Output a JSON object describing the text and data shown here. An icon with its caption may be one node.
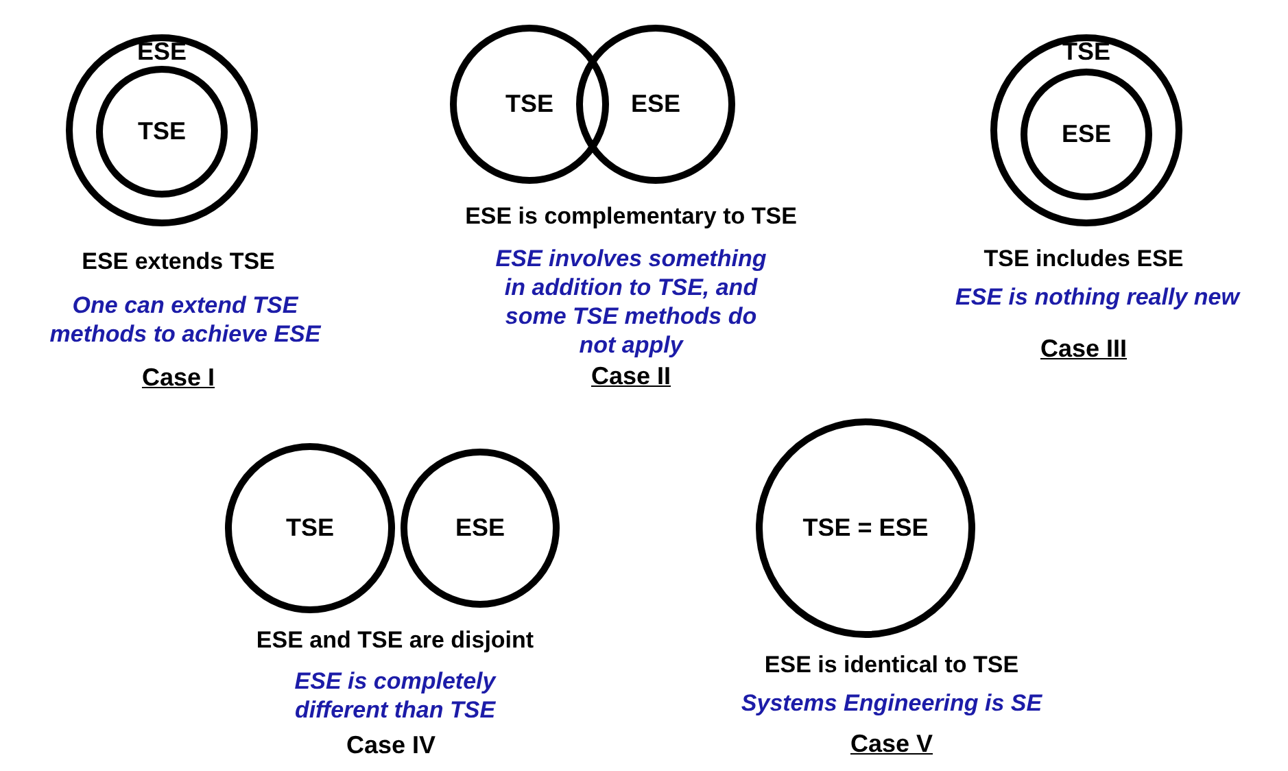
{
  "diagram": {
    "nodes": [
      {
        "text": [
          "ESE"
        ]
      },
      {
        "text": [
          "TSE"
        ],
        "in": 0
      },
      {
        "text": [
          "TSE"
        ]
      },
      {
        "text": [
          "ESE"
        ]
      },
      {
        "text": [
          "TSE"
        ]
      },
      {
        "text": [
          "ESE"
        ],
        "in": 4
      },
      {
        "text": [
          "TSE"
        ]
      },
      {
        "text": [
          "ESE"
        ]
      },
      {
        "text": [
          "TSE = ESE"
        ]
      }
    ],
    "labels": [
      "ESE extends TSE",
      "One can extend TSE methods to achieve ESE",
      "Case I",
      "ESE is complementary to TSE",
      "ESE involves something in addition to TSE, and some TSE methods do not apply",
      "Case II",
      "TSE includes ESE",
      "ESE is nothing really new",
      "Case III",
      "ESE and TSE are disjoint",
      "ESE is completely different than TSE",
      "Case IV",
      "ESE is identical to TSE",
      "Systems Engineering is SE",
      "Case V"
    ]
  }
}
